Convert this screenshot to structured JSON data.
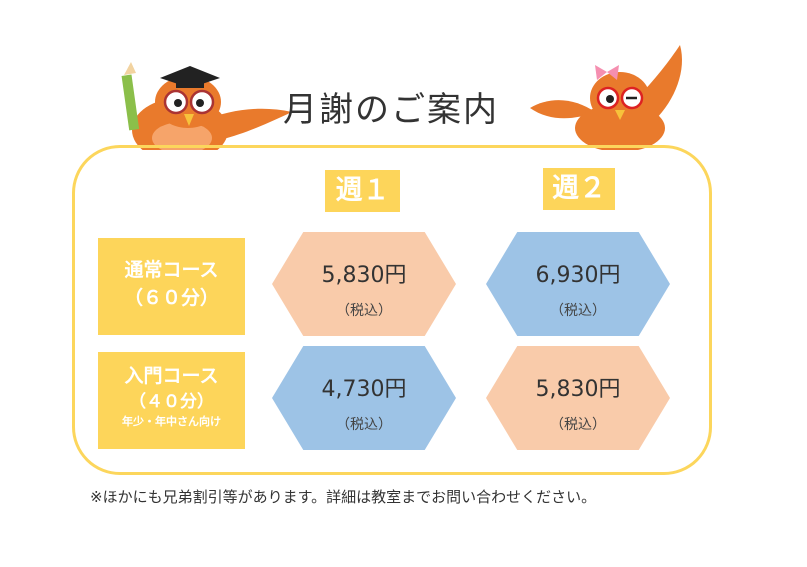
{
  "title": "月謝のご案内",
  "weeks": [
    "週１",
    "週２"
  ],
  "courses": [
    {
      "name": "通常コース",
      "duration": "（６０分）",
      "note": ""
    },
    {
      "name": "入門コース",
      "duration": "（４０分）",
      "note": "年少・年中さん向け"
    }
  ],
  "prices": [
    [
      {
        "amount": "5,830円",
        "tax": "（税込）"
      },
      {
        "amount": "6,930円",
        "tax": "（税込）"
      }
    ],
    [
      {
        "amount": "4,730円",
        "tax": "（税込）"
      },
      {
        "amount": "5,830円",
        "tax": "（税込）"
      }
    ]
  ],
  "footnote": "※ほかにも兄弟割引等があります。詳細は教室までお問い合わせください。",
  "colors": {
    "accent": "#fdd55a",
    "peach": "#f9cbaa",
    "blue": "#9dc3e6"
  },
  "icons": [
    "owl-teacher-icon",
    "owl-girl-icon"
  ]
}
